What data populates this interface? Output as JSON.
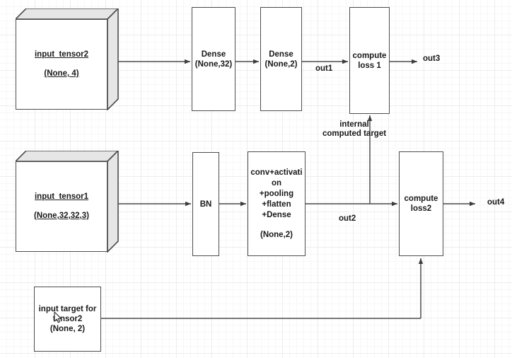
{
  "diagram": {
    "title": "Keras multi-input multi-loss model graph",
    "background": "#ffffff",
    "grid_minor_color": "#f7f7f7",
    "grid_major_color": "#ededed",
    "stroke_color": "#4d4d4d",
    "text_color": "#1a1a1a",
    "cube_shade_color": "#e6e6e6"
  },
  "nodes": {
    "input_tensor2": {
      "line1": "input_tensor2",
      "line2": "(None, 4)"
    },
    "dense32": {
      "line1": "Dense",
      "line2": "(None,32)"
    },
    "dense2": {
      "line1": "Dense",
      "line2": "(None,2)"
    },
    "compute_loss1": {
      "line1": "compute",
      "line2": "loss 1"
    },
    "input_tensor1": {
      "line1": "input_tensor1",
      "line2": "(None,32,32,3)"
    },
    "bn": {
      "line1": "BN"
    },
    "conv_block": {
      "line1": "conv+activati",
      "line2": "on",
      "line3": "+pooling",
      "line4": "+flatten",
      "line5": "+Dense",
      "line6": "(None,2)"
    },
    "compute_loss2": {
      "line1": "compute",
      "line2": "loss2"
    },
    "input_target": {
      "line1": "input target for",
      "line2": "tensor2",
      "line3": "(None, 2)"
    }
  },
  "edge_labels": {
    "out1": "out1",
    "out2": "out2",
    "out3": "out3",
    "out4": "out4",
    "internal_target_line1": "internal",
    "internal_target_line2": "computed target"
  }
}
